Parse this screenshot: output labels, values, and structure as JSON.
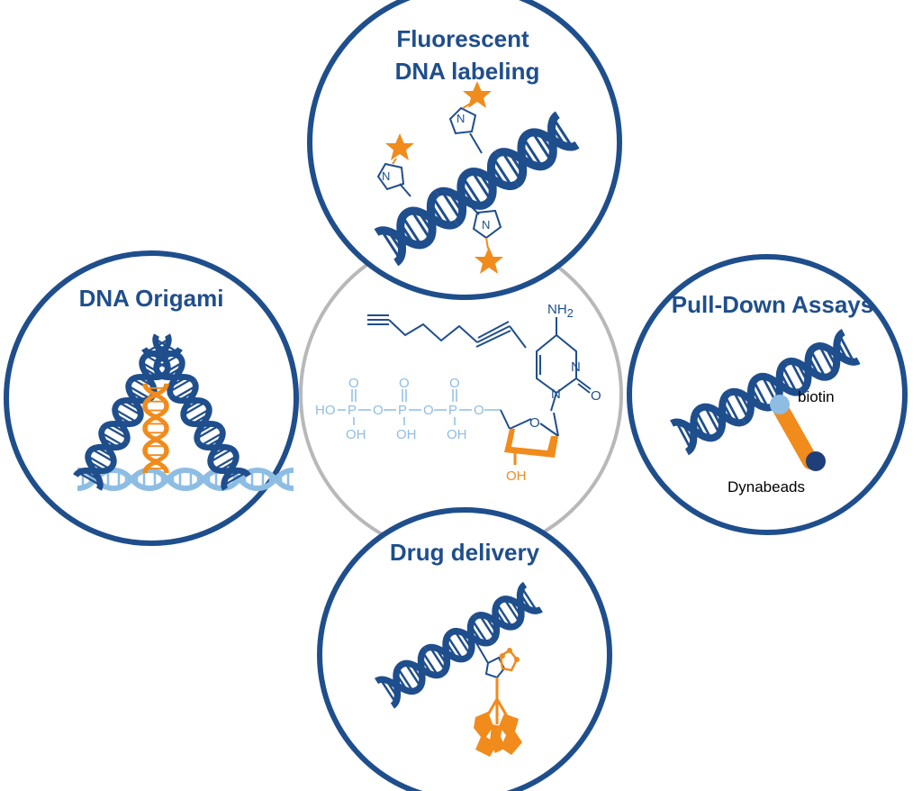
{
  "colors": {
    "navy": "#1f4e8c",
    "orange": "#f08b1c",
    "light_blue": "#8ebde4",
    "gray": "#b8b8b8",
    "white": "#ffffff"
  },
  "center": {
    "amine_label": "NH",
    "amine_subscript": "2",
    "ring_n1": "N",
    "ring_n3": "N",
    "carbonyl_o": "O",
    "phosphate_labels": {
      "o_top_1": "O",
      "o_top_2": "O",
      "o_top_3": "O",
      "ho": "HO",
      "p1": "P",
      "p2": "P",
      "p3": "P",
      "o_bridge_1": "O",
      "o_bridge_2": "O",
      "o_bridge_3": "O",
      "oh_1": "OH",
      "oh_2": "OH",
      "oh_3": "OH"
    },
    "sugar_o": "O",
    "sugar_oh": "OH"
  },
  "fluorescent": {
    "title_line1": "Fluorescent",
    "title_line2": "DNA labeling",
    "triazole_n": "N"
  },
  "origami": {
    "title": "DNA Origami"
  },
  "pulldown": {
    "title": "Pull-Down Assays",
    "biotin_label": "biotin",
    "beads_label": "Dynabeads"
  },
  "drug": {
    "title": "Drug delivery"
  }
}
